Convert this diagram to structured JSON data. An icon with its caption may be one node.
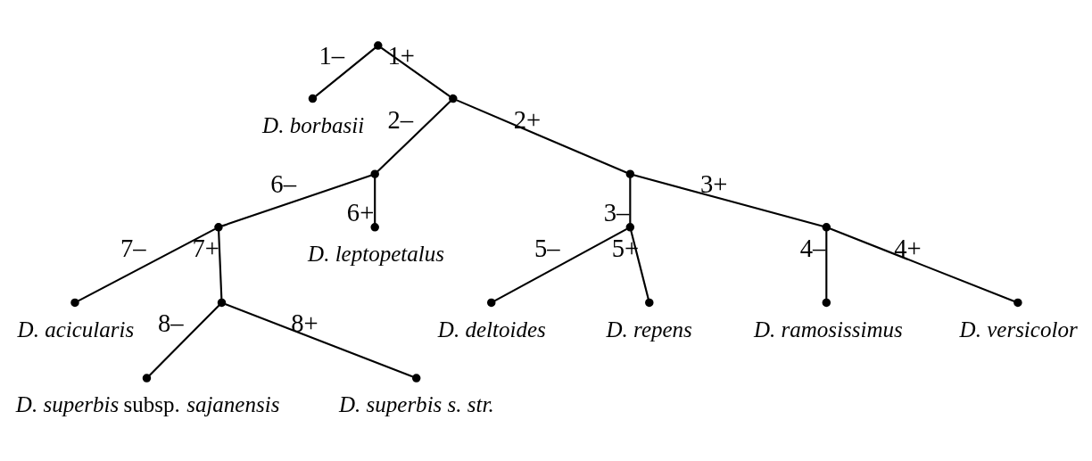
{
  "diagram": {
    "nodes": [
      {
        "text": [],
        "shape": "circle"
      },
      {
        "text": [],
        "shape": "circle",
        "beside": [
          "*D. borbasii*"
        ]
      },
      {
        "text": [],
        "shape": "circle"
      },
      {
        "text": [],
        "shape": "circle"
      },
      {
        "text": [],
        "shape": "circle"
      },
      {
        "text": [],
        "shape": "circle",
        "beside": [
          "*D. acicularis*"
        ]
      },
      {
        "text": [],
        "shape": "circle"
      },
      {
        "text": [],
        "shape": "circle",
        "beside": [
          "*D. superbis* subsp. *sajanensis*"
        ]
      },
      {
        "text": [],
        "shape": "circle",
        "beside": [
          "*D. superbis s. str.*"
        ]
      },
      {
        "text": [],
        "shape": "circle",
        "beside": [
          "*D. leptopetalus*"
        ]
      },
      {
        "text": [],
        "shape": "circle"
      },
      {
        "text": [],
        "shape": "circle"
      },
      {
        "text": [],
        "shape": "circle",
        "beside": [
          "*D. deltoides*"
        ]
      },
      {
        "text": [],
        "shape": "circle",
        "beside": [
          "*D. repens*"
        ]
      },
      {
        "text": [],
        "shape": "circle"
      },
      {
        "text": [],
        "shape": "circle",
        "beside": [
          "*D. ramosissimus*"
        ]
      },
      {
        "text": [],
        "shape": "circle",
        "beside": [
          "*D. versicolor*"
        ]
      }
    ],
    "edges": [
      {
        "from": 0,
        "to": 1,
        "arrow": "none",
        "label": "1–"
      },
      {
        "from": 0,
        "to": 2,
        "arrow": "none",
        "label": "1+"
      },
      {
        "from": 2,
        "to": 3,
        "arrow": "none",
        "label": "2–"
      },
      {
        "from": 2,
        "to": 10,
        "arrow": "none",
        "label": "2+"
      },
      {
        "from": 3,
        "to": 4,
        "arrow": "none",
        "label": "6–"
      },
      {
        "from": 3,
        "to": 9,
        "arrow": "none",
        "label": "6+"
      },
      {
        "from": 4,
        "to": 5,
        "arrow": "none",
        "label": "7–"
      },
      {
        "from": 4,
        "to": 6,
        "arrow": "none",
        "label": "7+"
      },
      {
        "from": 6,
        "to": 7,
        "arrow": "none",
        "label": "8–"
      },
      {
        "from": 6,
        "to": 8,
        "arrow": "none",
        "label": "8+"
      },
      {
        "from": 10,
        "to": 11,
        "arrow": "none",
        "label": "3–"
      },
      {
        "from": 10,
        "to": 14,
        "arrow": "none",
        "label": "3+"
      },
      {
        "from": 11,
        "to": 12,
        "arrow": "none",
        "label": "5–"
      },
      {
        "from": 11,
        "to": 13,
        "arrow": "none",
        "label": "5+"
      },
      {
        "from": 14,
        "to": 15,
        "arrow": "none",
        "label": "4–"
      },
      {
        "from": 14,
        "to": 16,
        "arrow": "none",
        "label": "4+"
      }
    ]
  }
}
